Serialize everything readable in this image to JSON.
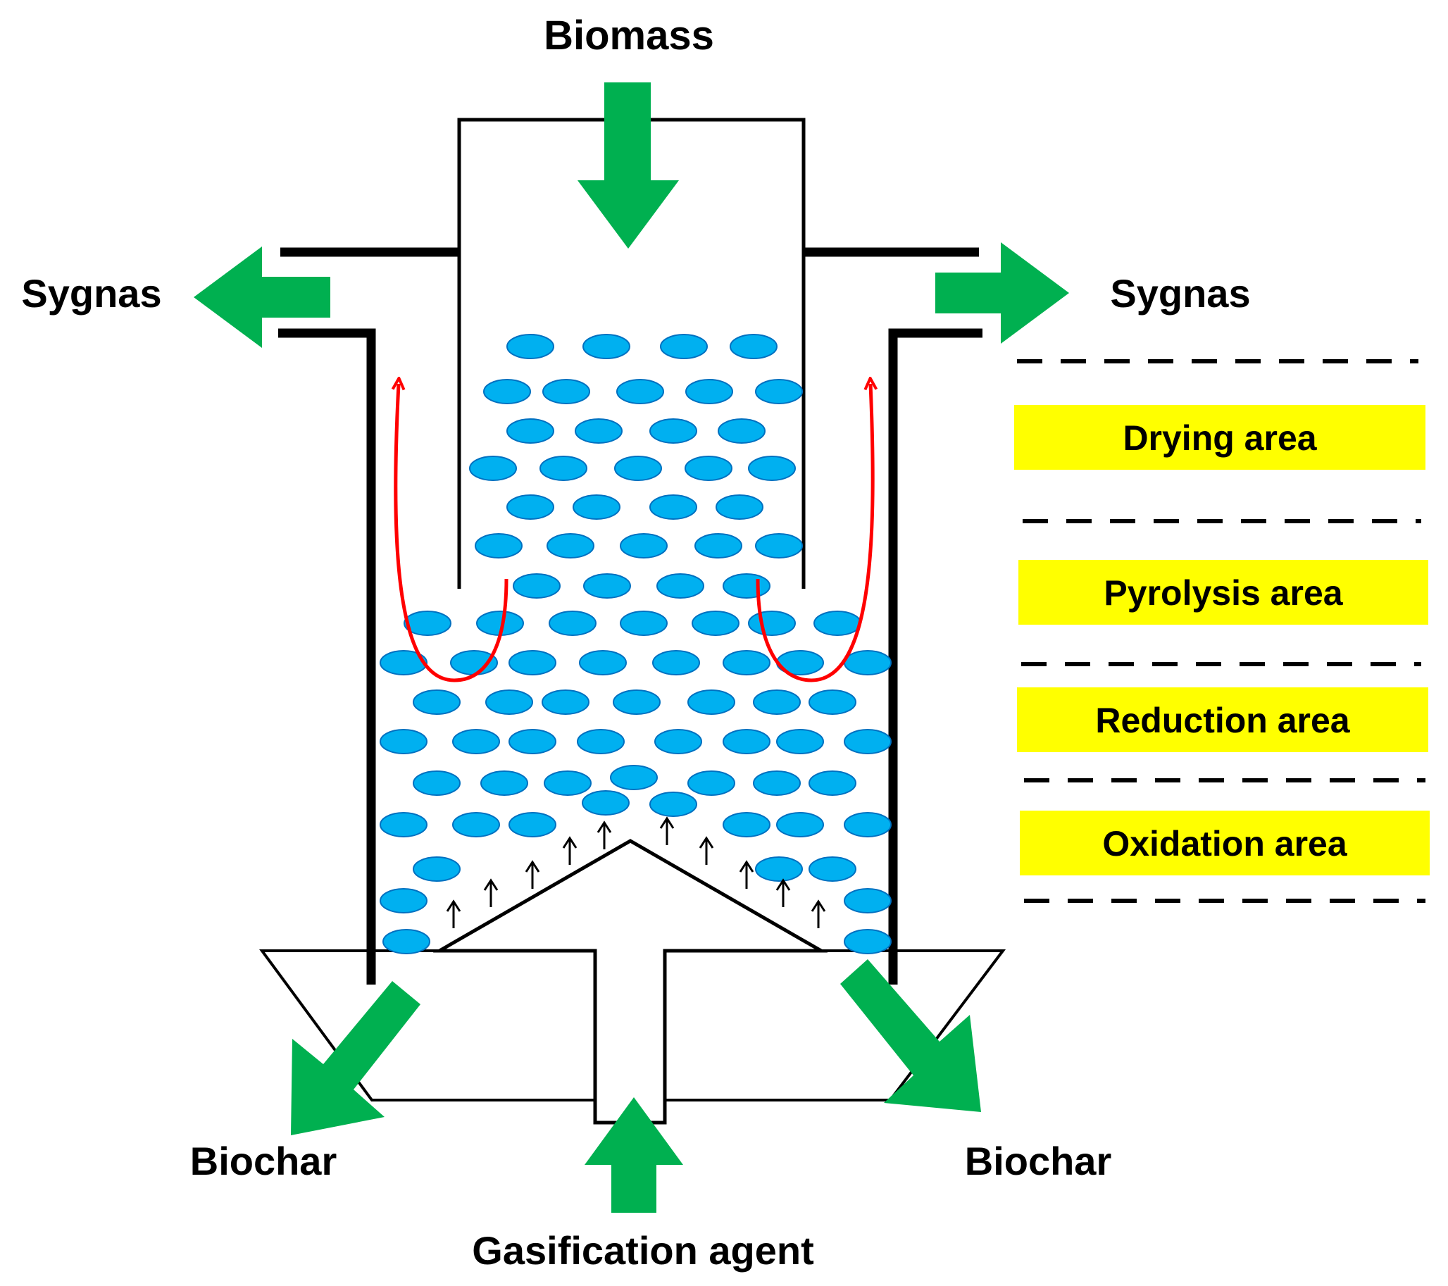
{
  "labels": {
    "biomass": "Biomass",
    "syngas_left": "Sygnas",
    "syngas_right": "Sygnas",
    "biochar_left": "Biochar",
    "biochar_right": "Biochar",
    "gasification_agent": "Gasification agent"
  },
  "zones": [
    {
      "name": "drying",
      "label": "Drying area"
    },
    {
      "name": "pyrolysis",
      "label": "Pyrolysis area"
    },
    {
      "name": "reduction",
      "label": "Reduction area"
    },
    {
      "name": "oxidation",
      "label": "Oxidation area"
    }
  ],
  "colors": {
    "flow_arrow": "#00b050",
    "particle": "#00b0f0",
    "particle_edge": "#0070c0",
    "gas_path": "#ff0000",
    "zone_box": "#ffff00",
    "wall": "#000000"
  }
}
